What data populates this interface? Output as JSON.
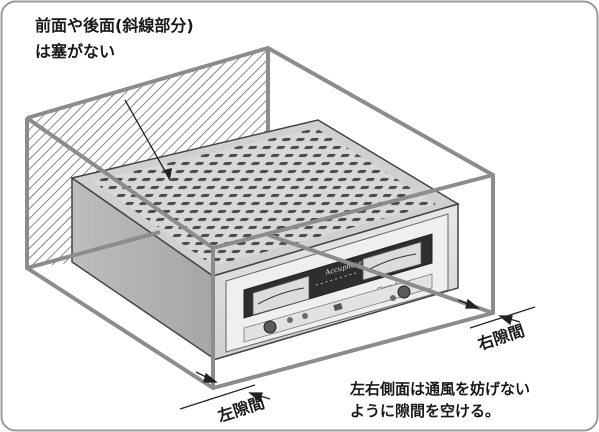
{
  "callouts": {
    "front_back_line1": "前面や後面(斜線部分)",
    "front_back_line2": "は塞がない",
    "side_note_line1": "左右側面は通風を妨げない",
    "side_note_line2": "ように隙間を空ける。"
  },
  "clearance": {
    "right_label": "右隙間",
    "left_label": "左隙間"
  },
  "device": {
    "brand_text": "Accuphase",
    "model_text": "Class-A"
  },
  "colors": {
    "frame": "#8c8c8c",
    "hatch": "#555555",
    "device_body": "#c9c9c9",
    "meter_window": "#2e2e2e",
    "border": "#9a9a9a"
  }
}
